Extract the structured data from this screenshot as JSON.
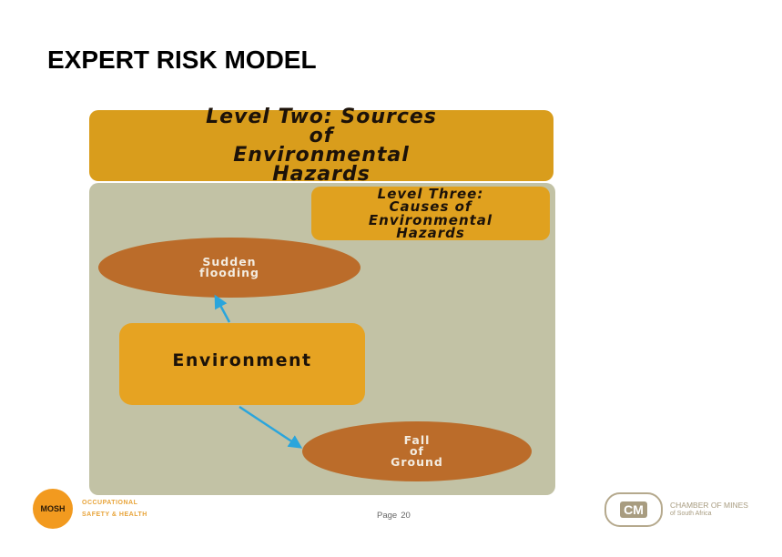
{
  "slide": {
    "title": "EXPERT RISK MODEL",
    "page_label": "Page",
    "page_number": "20"
  },
  "diagram": {
    "level_two": "Level Two: Sources\nof\nEnvironmental\nHazards",
    "level_three": "Level Three:\nCauses of\nEnvironmental\nHazards",
    "nodes": [
      {
        "id": "sudden-flooding",
        "label": "Sudden\nflooding"
      },
      {
        "id": "environment",
        "label": "Environment"
      },
      {
        "id": "fall-of-ground",
        "label": "Fall\nof\nGround"
      }
    ],
    "edges": [
      {
        "from": "environment",
        "to": "sudden-flooding"
      },
      {
        "from": "environment",
        "to": "fall-of-ground"
      }
    ],
    "colors": {
      "level_box": "#d99d1c",
      "panel": "#c2c2a5",
      "ellipse": "#bb6c2a",
      "environment_box": "#e6a322",
      "arrow": "#2aa5dc"
    }
  },
  "footer": {
    "left_logo_text": "MOSH",
    "left_line1": "OCCUPATIONAL",
    "left_line2": "SAFETY & HEALTH",
    "right_logo_text": "CM",
    "right_line1": "CHAMBER OF MINES",
    "right_line2": "of South Africa"
  }
}
